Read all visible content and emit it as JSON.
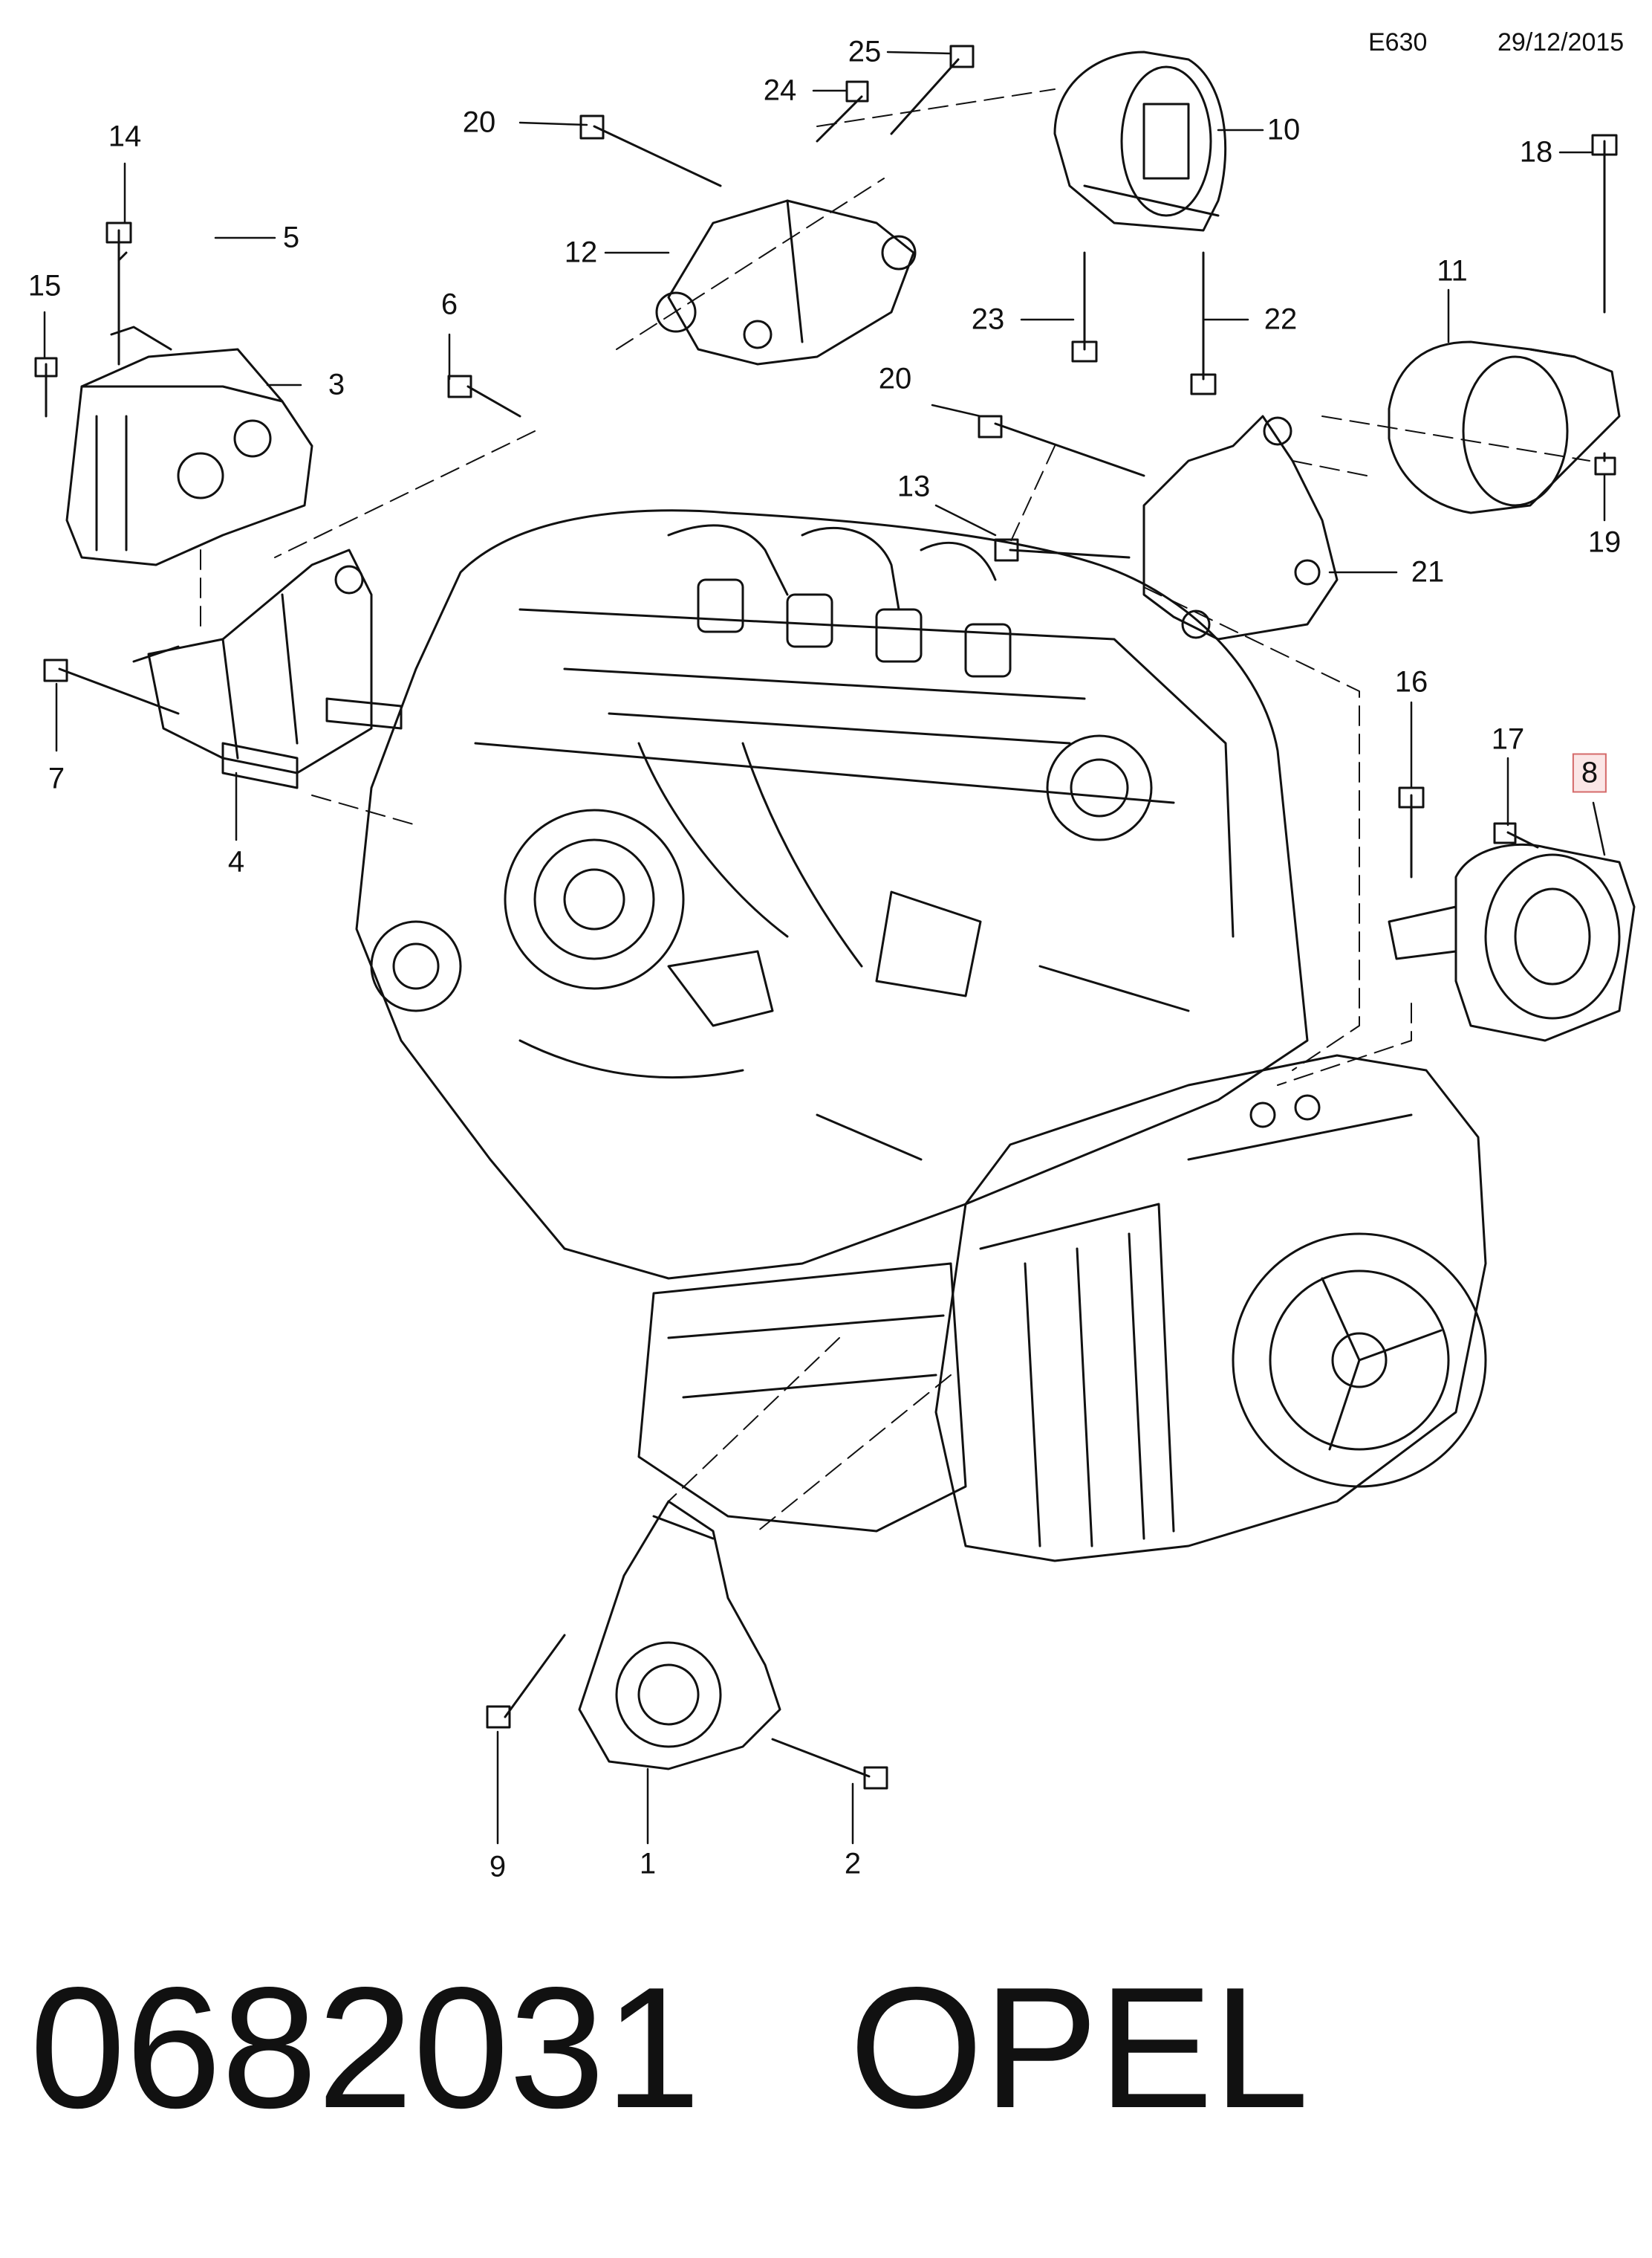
{
  "header": {
    "diagram_code": "E630",
    "date": "29/12/2015"
  },
  "callouts": [
    "1",
    "2",
    "3",
    "4",
    "5",
    "6",
    "7",
    "8",
    "9",
    "10",
    "11",
    "12",
    "13",
    "14",
    "15",
    "16",
    "17",
    "18",
    "19",
    "20",
    "20",
    "21",
    "22",
    "23",
    "24",
    "25"
  ],
  "highlighted_callout": "8",
  "footer": {
    "part_number": "0682031",
    "brand": "OPEL"
  },
  "colors": {
    "line": "#111111",
    "highlight_border": "#d46a6a",
    "highlight_fill": "#fbe6e6"
  }
}
